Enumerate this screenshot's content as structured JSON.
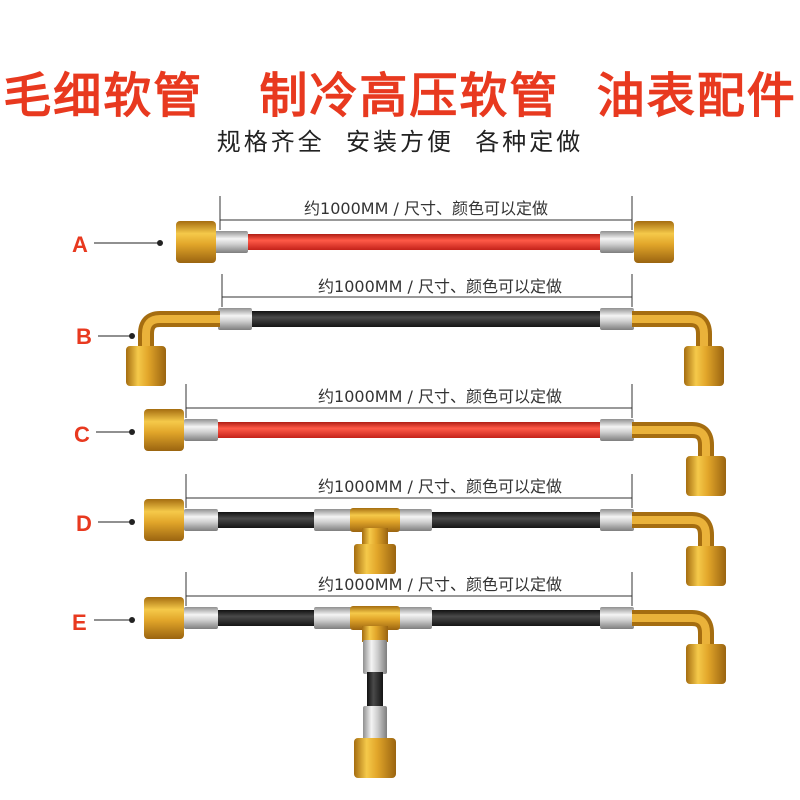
{
  "header": {
    "title": "毛细软管   制冷高压软管  油表配件",
    "subtitle": "规格齐全  安装方便  各种定做"
  },
  "dimension_text": "约1000MM  /  尺寸、颜色可以定做",
  "variants": [
    {
      "label": "A",
      "hose_color": "#e8372c"
    },
    {
      "label": "B",
      "hose_color": "#2b2b2b"
    },
    {
      "label": "C",
      "hose_color": "#e8372c"
    },
    {
      "label": "D",
      "hose_color": "#2b2b2b"
    },
    {
      "label": "E",
      "hose_color": "#2b2b2b"
    }
  ],
  "colors": {
    "brass": "#d9a530",
    "title": "#e8391f"
  }
}
